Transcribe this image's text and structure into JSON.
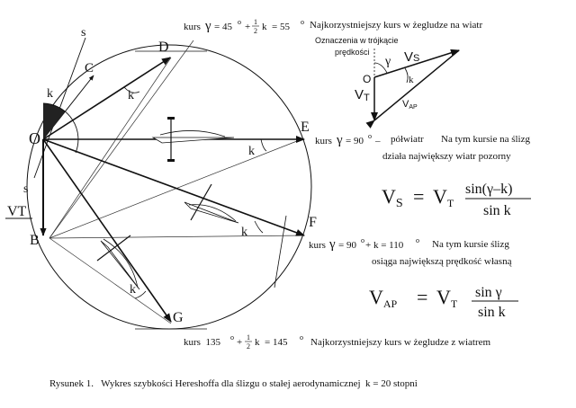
{
  "points": {
    "O": "O",
    "B": "B",
    "C": "C",
    "D": "D",
    "E": "E",
    "F": "F",
    "G": "G",
    "s_top": "s",
    "s_bottom": "s",
    "k_sector": "k",
    "k_D": "k",
    "k_E": "k",
    "k_F": "k",
    "k_G": "k",
    "vt_label": "VT"
  },
  "annotations": {
    "D_pre": "kurs",
    "D_gamma": "γ",
    "D_eq": "= 45",
    "D_deg1": "o",
    "D_plus": "+",
    "D_half_num": "1",
    "D_half_den": "2",
    "D_k": "k  = 55",
    "D_deg2": "o",
    "D_text": "Najkorzystniejszy kurs w żegludze na wiatr",
    "E_pre": "kurs",
    "E_gamma": "γ",
    "E_eq": "= 90",
    "E_deg": "o",
    "E_dash": "–",
    "E_name": "półwiatr",
    "E_line1": "Na tym kursie na ślizg",
    "E_line2": "działa największy wiatr pozorny",
    "F_pre": "kurs",
    "F_gamma": "γ",
    "F_eq": "= 90",
    "F_deg1": "o",
    "F_plus": "+ k = 110",
    "F_deg2": "o",
    "F_line1": "Na tym kursie ślizg",
    "F_line2": "osiąga największą prędkość własną",
    "G_pre": "kurs  135",
    "G_deg1": "o",
    "G_plus": "+",
    "G_half_num": "1",
    "G_half_den": "2",
    "G_k": "k  = 145",
    "G_deg2": "o",
    "G_text": "Najkorzystniejszy kurs w żegludze z wiatrem"
  },
  "triangle": {
    "title_line1": "Oznaczenia w trójkącie",
    "title_line2": "prędkości",
    "O": "O",
    "gamma": "γ",
    "k": "k",
    "VS_V": "V",
    "VS_sub": "S",
    "VT_V": "V",
    "VT_sub": "T",
    "VAP_V": "V",
    "VAP_sub": "AP"
  },
  "formulas": {
    "f1_V": "V",
    "f1_sub": "S",
    "f1_eq": "=",
    "f1_V2": "V",
    "f1_sub2": "T",
    "f1_num": "sin(γ–k)",
    "f1_den": "sin k",
    "f2_V": "V",
    "f2_sub": "AP",
    "f2_eq": "=",
    "f2_V2": "V",
    "f2_sub2": "T",
    "f2_num": "sin γ",
    "f2_den": "sin k"
  },
  "caption": "Rysunek 1.   Wykres szybkości Hereshoffa dla ślizgu o stałej aerodynamicznej  k = 20 stopni"
}
